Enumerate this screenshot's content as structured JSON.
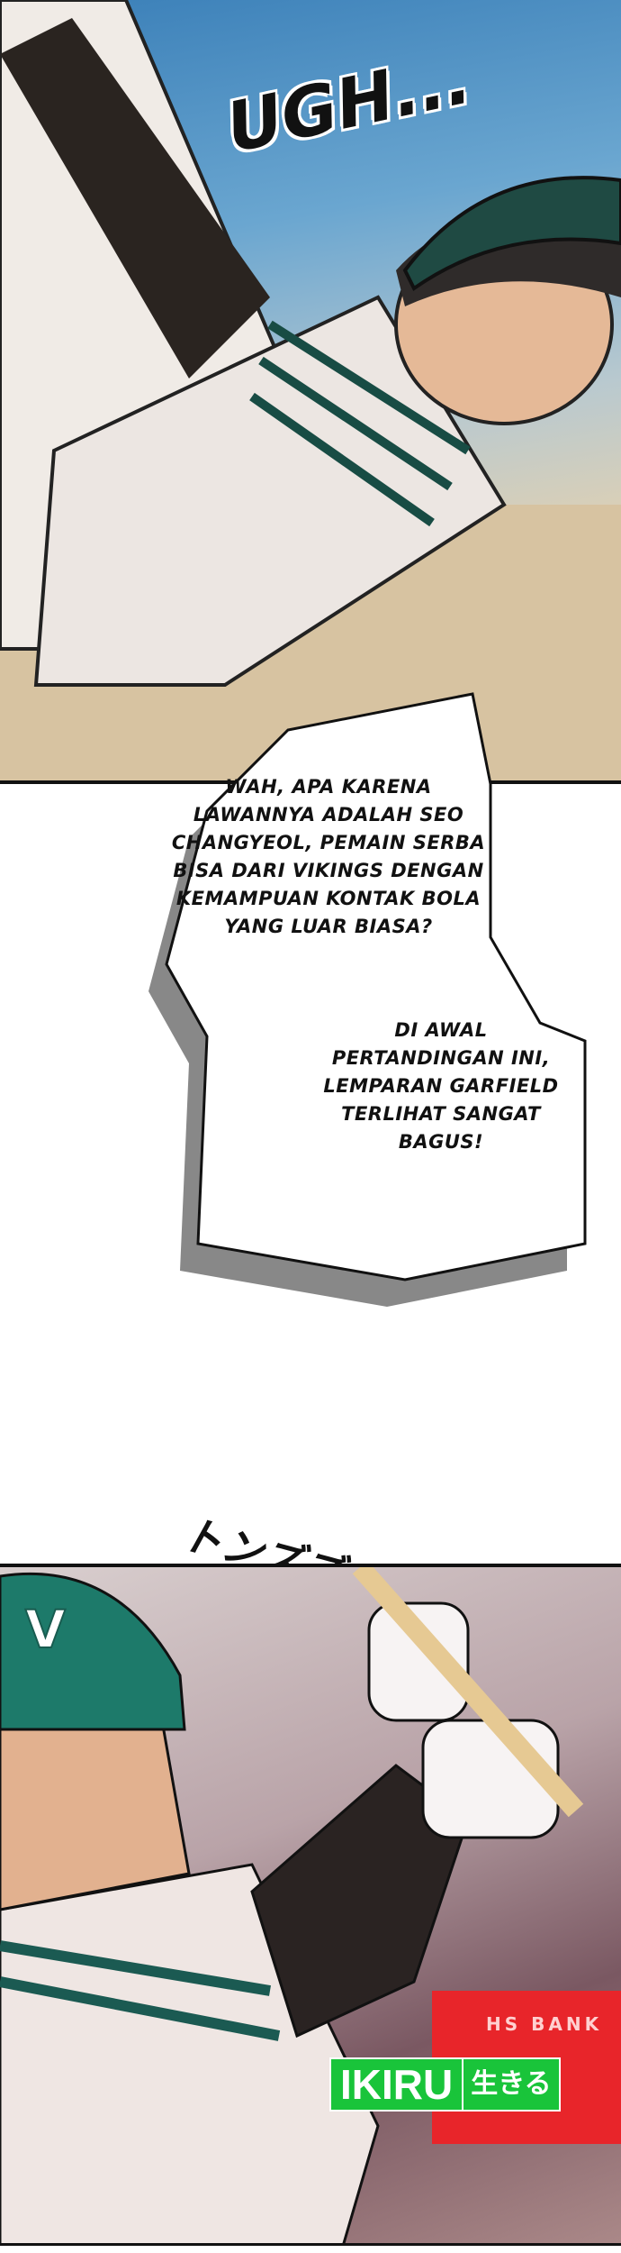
{
  "panel_top": {
    "sfx": "UGH..."
  },
  "dialogue": {
    "bubble_1": [
      "WAH, APA KARENA",
      "LAWANNYA ADALAH SEO",
      "CHANGYEOL, PEMAIN SERBA",
      "BISA DARI VIKINGS DENGAN",
      "KEMAMPUAN KONTAK BOLA",
      "YANG LUAR BIASA?"
    ],
    "bubble_2": [
      "DI AWAL",
      "PERTANDINGAN INI,",
      "LEMPARAN GARFIELD",
      "TERLIHAT SANGAT",
      "BAGUS!"
    ]
  },
  "panel_bottom": {
    "sfx": "トンズズ",
    "helmet_letter": "V",
    "banner_text": "HS BANK"
  },
  "watermark": {
    "name": "IKIRU",
    "japanese": "生きる",
    "color": "#19c43a"
  }
}
